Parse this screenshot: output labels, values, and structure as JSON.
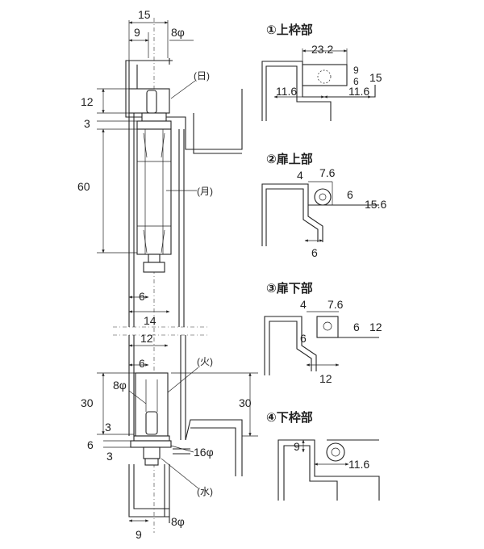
{
  "main": {
    "top_dims": {
      "d15": "15",
      "d9": "9",
      "d8phi": "8φ"
    },
    "left_dims": {
      "d12": "12",
      "d3": "3",
      "d60": "60",
      "d30": "30",
      "d3b": "3",
      "d6": "6",
      "d3c": "3"
    },
    "mid_dims": {
      "d6": "6",
      "d14": "14",
      "d12": "12",
      "d6b": "6",
      "d8phi": "8φ"
    },
    "right_dims": {
      "d30": "30",
      "d16phi": "16φ"
    },
    "bottom_dims": {
      "d8phi": "8φ",
      "d9": "9"
    },
    "parts": {
      "sun": "(日)",
      "moon": "(月)",
      "fire": "(火)",
      "water": "(水)"
    }
  },
  "details": [
    {
      "title": "①上枠部",
      "dims": [
        "23.2",
        "9",
        "15",
        "6",
        "11.6",
        "11.6"
      ]
    },
    {
      "title": "②扉上部",
      "dims": [
        "4",
        "7.6",
        "6",
        "15.6",
        "6"
      ]
    },
    {
      "title": "③扉下部",
      "dims": [
        "4",
        "7.6",
        "6",
        "12",
        "6",
        "12"
      ]
    },
    {
      "title": "④下枠部",
      "dims": [
        "9",
        "11.6"
      ]
    }
  ]
}
